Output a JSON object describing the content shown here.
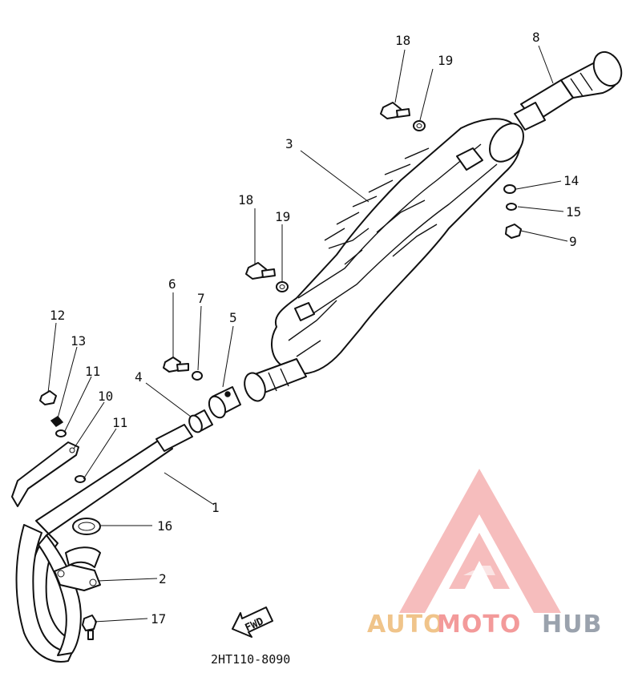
{
  "diagram": {
    "code": "2HT110-8090",
    "fwd_label": "FWD",
    "callouts": [
      "1",
      "2",
      "3",
      "4",
      "5",
      "6",
      "7",
      "8",
      "9",
      "10",
      "11",
      "11",
      "12",
      "13",
      "14",
      "15",
      "16",
      "17",
      "18",
      "18",
      "19",
      "19"
    ]
  },
  "watermark": {
    "word_part1": "AUTO",
    "word_part2": "MOTO",
    "word_part3": "HUB",
    "colors": {
      "auto": "#f0c48a",
      "moto": "#f39a9a",
      "hub": "#9aa2ad",
      "emblem": "#f6b6b6"
    }
  }
}
